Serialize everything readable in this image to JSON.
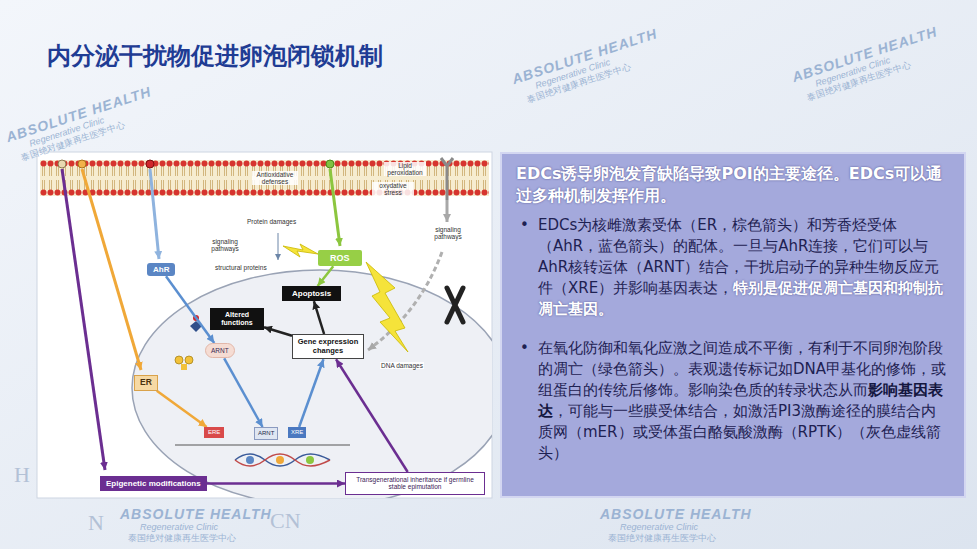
{
  "diagram": {
    "title": "内分泌干扰物促进卵泡闭锁机制",
    "nodes": [
      {
        "text": [
          "AhR"
        ]
      },
      {
        "text": [
          "ARNT"
        ]
      },
      {
        "text": [
          "ER"
        ]
      },
      {
        "text": [
          "ROS"
        ]
      },
      {
        "text": [
          "Apoptosis"
        ]
      },
      {
        "text": [
          "Altered functions"
        ]
      },
      {
        "text": [
          "Gene expression changes"
        ]
      },
      {
        "text": [
          "ERE"
        ]
      },
      {
        "text": [
          "ARNT"
        ]
      },
      {
        "text": [
          "XRE"
        ]
      },
      {
        "text": [
          "Epigenetic modifications"
        ]
      },
      {
        "text": [
          "Transgenerational inheritance if germline stable epimutation"
        ]
      },
      {
        "text": [
          "EDCs诱导卵泡发育缺陷导致POI的主要途径。EDCs可以通过多种机制发挥作用。",
          "EDCs为核雌激素受体（ER，棕色箭头）和芳香烃受体（AhR，蓝色箭头）的配体。一旦与AhR连接，它们可以与AhR核转运体（ARNT）结合，干扰启动子的异种生物反应元件（XRE）并影响基因表达，",
          "特别是促进促凋亡基因和抑制抗凋亡基因。",
          "在氧化防御和氧化应激之间造成不平衡，有利于不同卵泡阶段的凋亡（绿色箭头）。表观遗传标记如DNA甲基化的修饰，或组蛋白的传统后修饰。影响染色质的转录状态从而",
          "影响基因表达",
          "，可能与一些膜受体结合，如激活PI3激酶途径的膜结合内质网（mER）或受体蛋白酪氨酸激酶（RPTK）（灰色虚线箭头）"
        ]
      }
    ],
    "edges": [
      {
        "from": 0,
        "to": 1,
        "arrow": "to"
      },
      {
        "from": 1,
        "to": 8,
        "arrow": "to"
      },
      {
        "from": 2,
        "to": 7,
        "arrow": "to"
      },
      {
        "from": 3,
        "to": 4,
        "arrow": "to"
      },
      {
        "from": 6,
        "to": 4,
        "arrow": "to"
      },
      {
        "from": 6,
        "to": 5,
        "arrow": "to"
      },
      {
        "from": 9,
        "to": 6,
        "arrow": "to"
      },
      {
        "from": 10,
        "to": 11,
        "arrow": "to"
      },
      {
        "from": 11,
        "to": 6,
        "arrow": "to"
      }
    ],
    "labels": [
      "Antioxidative defenses",
      "Lipid peroxidation",
      "oxydative stress",
      "Protein damages",
      "signaling pathways",
      "structural proteins",
      "signaling pathways",
      "DNA damages",
      "•",
      "•",
      "ABSOLUTE HEALTH",
      "Regenerative Clinic",
      "泰国绝对健康再生医学中心",
      "ABSOLUTE HEALTH",
      "Regenerative Clinic",
      "泰国绝对健康再生医学中心",
      "ABSOLUTE HEALTH",
      "Regenerative Clinic",
      "泰国绝对健康再生医学中心",
      "ABSOLUTE HEALTH",
      "Regenerative Clinic",
      "泰国绝对健康再生医学中心",
      "ABSOLUTE HEALTH",
      "Regenerative Clinic",
      "泰国绝对健康再生医学中心",
      "H",
      "N",
      "CN"
    ]
  }
}
